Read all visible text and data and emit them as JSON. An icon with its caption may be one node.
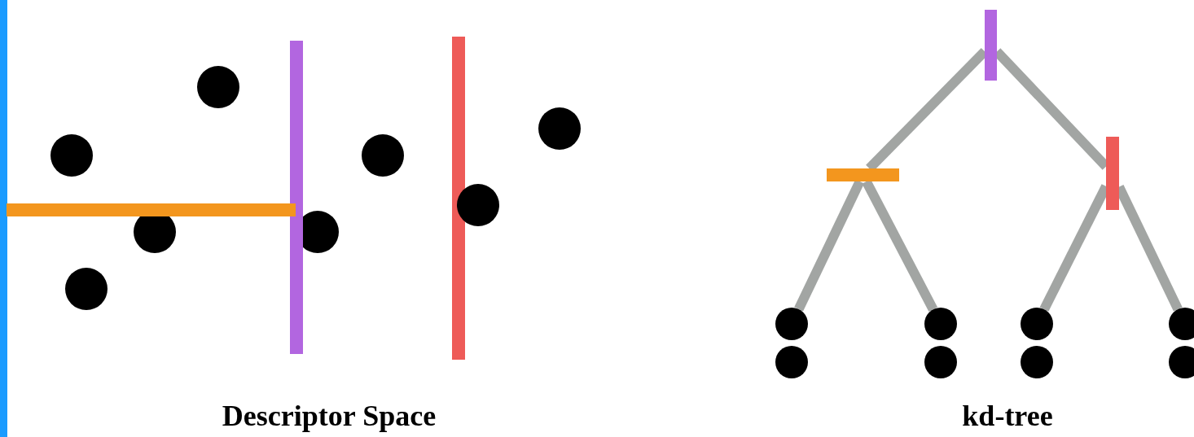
{
  "diagram": {
    "nodes": [
      {
        "text": [],
        "shape": "bar"
      },
      {
        "text": [],
        "shape": "bar"
      },
      {
        "text": [],
        "shape": "bar"
      },
      {
        "text": [],
        "shape": "circle"
      },
      {
        "text": [],
        "shape": "circle"
      },
      {
        "text": [],
        "shape": "circle"
      },
      {
        "text": [],
        "shape": "circle"
      },
      {
        "text": [],
        "shape": "circle"
      },
      {
        "text": [],
        "shape": "circle"
      },
      {
        "text": [],
        "shape": "circle"
      },
      {
        "text": [],
        "shape": "circle"
      }
    ],
    "edges": [
      {
        "from": 0,
        "to": 1,
        "arrow": "none"
      },
      {
        "from": 0,
        "to": 2,
        "arrow": "none"
      },
      {
        "from": 1,
        "to": 3,
        "arrow": "none"
      },
      {
        "from": 1,
        "to": 4,
        "arrow": "none"
      },
      {
        "from": 2,
        "to": 5,
        "arrow": "none"
      },
      {
        "from": 2,
        "to": 6,
        "arrow": "none"
      }
    ],
    "labels": [
      "Descriptor Space",
      "kd-tree"
    ]
  }
}
